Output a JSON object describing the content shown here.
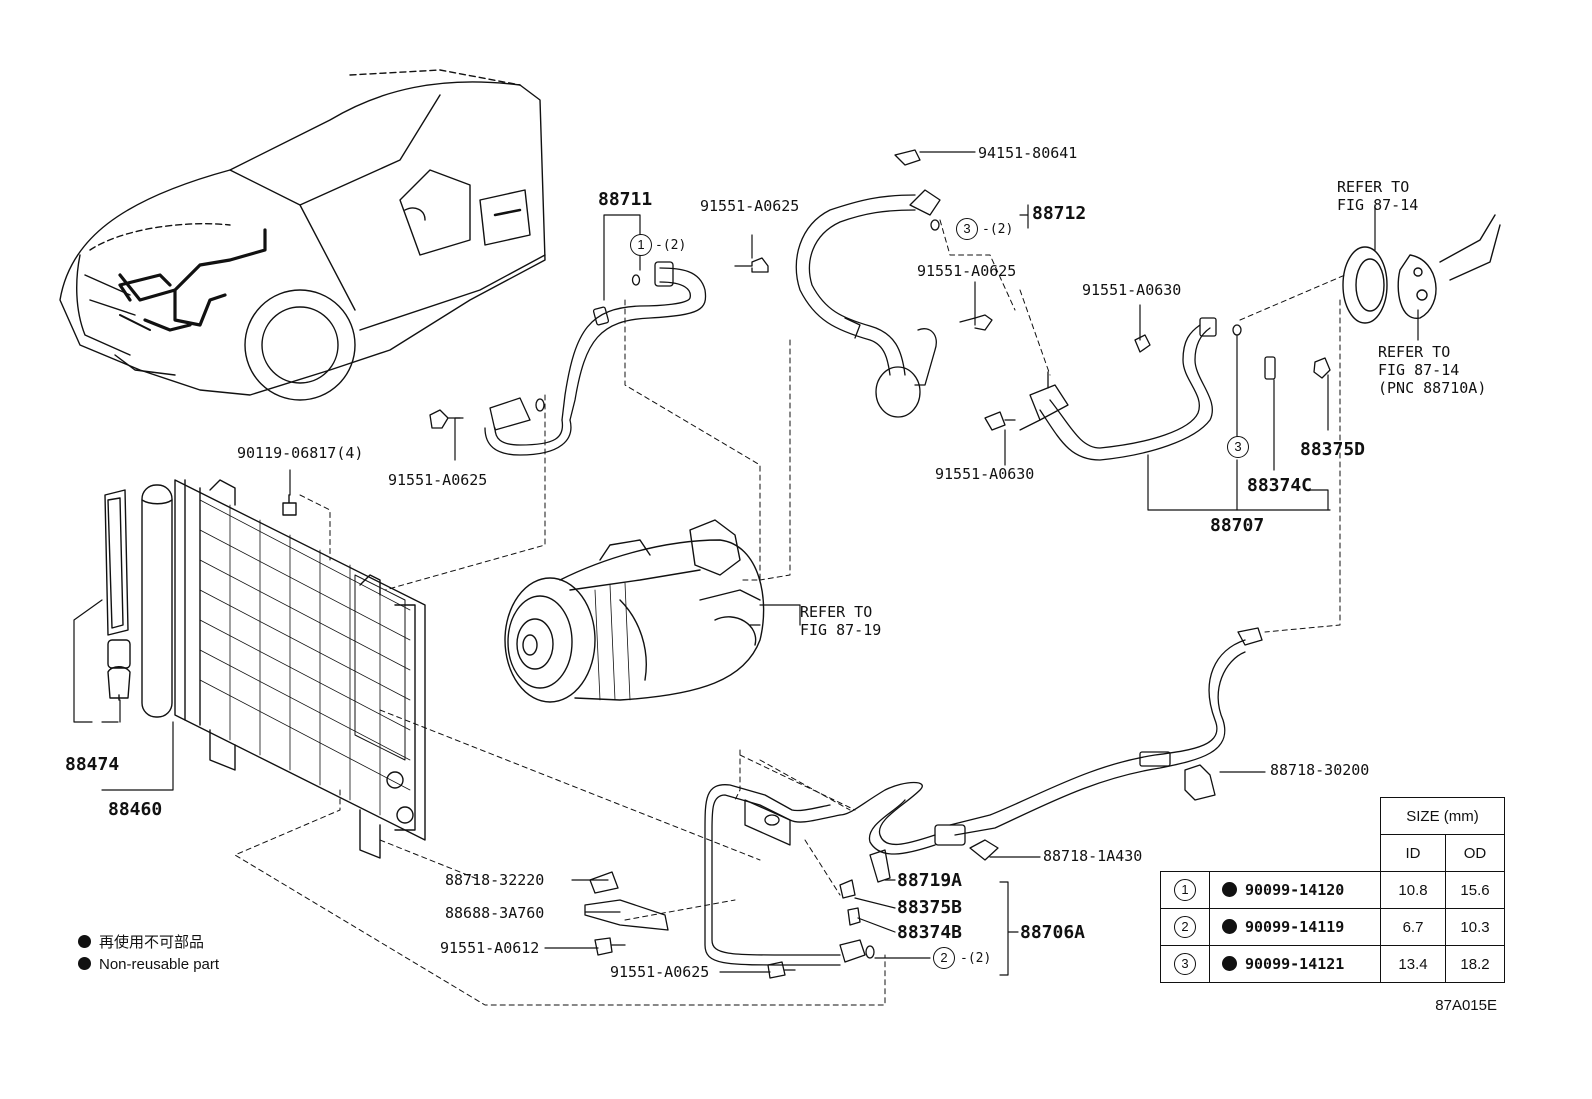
{
  "labels": {
    "p88711": "88711",
    "p88712": "88712",
    "p94151": "94151-80641",
    "p91551_a0625_top": "91551-A0625",
    "p91551_a0625_mid": "91551-A0625",
    "p91551_a0630_top": "91551-A0630",
    "p91551_a0630_bot": "91551-A0630",
    "p91551_a0625_left": "91551-A0625",
    "p90119": "90119-06817(4)",
    "p88707": "88707",
    "p88374c": "88374C",
    "p88375d": "88375D",
    "p88474": "88474",
    "p88460": "88460",
    "p88718_30200": "88718-30200",
    "p88718_1a430": "88718-1A430",
    "p88718_32220": "88718-32220",
    "p88688": "88688-3A760",
    "p91551_a0612": "91551-A0612",
    "p91551_a0625_bot": "91551-A0625",
    "p88719a": "88719A",
    "p88375b": "88375B",
    "p88374b": "88374B",
    "p88706a": "88706A",
    "qty2a": "-(2)",
    "qty3": "-(2)",
    "qty2b": "-(2)",
    "circle1": "1",
    "circle3a": "3",
    "circle3b": "3",
    "circle2": "2"
  },
  "refs": {
    "ref_fig_87_14_top": "REFER TO\nFIG 87-14",
    "ref_fig_87_14_pnc": "REFER TO\nFIG 87-14\n(PNC 88710A)",
    "ref_fig_87_19": "REFER TO\nFIG 87-19"
  },
  "legend": {
    "line_jp": "再使用不可部品",
    "line_en": "Non-reusable part"
  },
  "size_table": {
    "header": "SIZE (mm)",
    "col_id": "ID",
    "col_od": "OD",
    "rows": [
      {
        "no": "1",
        "part": "90099-14120",
        "id": "10.8",
        "od": "15.6"
      },
      {
        "no": "2",
        "part": "90099-14119",
        "id": "6.7",
        "od": "10.3"
      },
      {
        "no": "3",
        "part": "90099-14121",
        "id": "13.4",
        "od": "18.2"
      }
    ]
  },
  "figure_code": "87A015E"
}
